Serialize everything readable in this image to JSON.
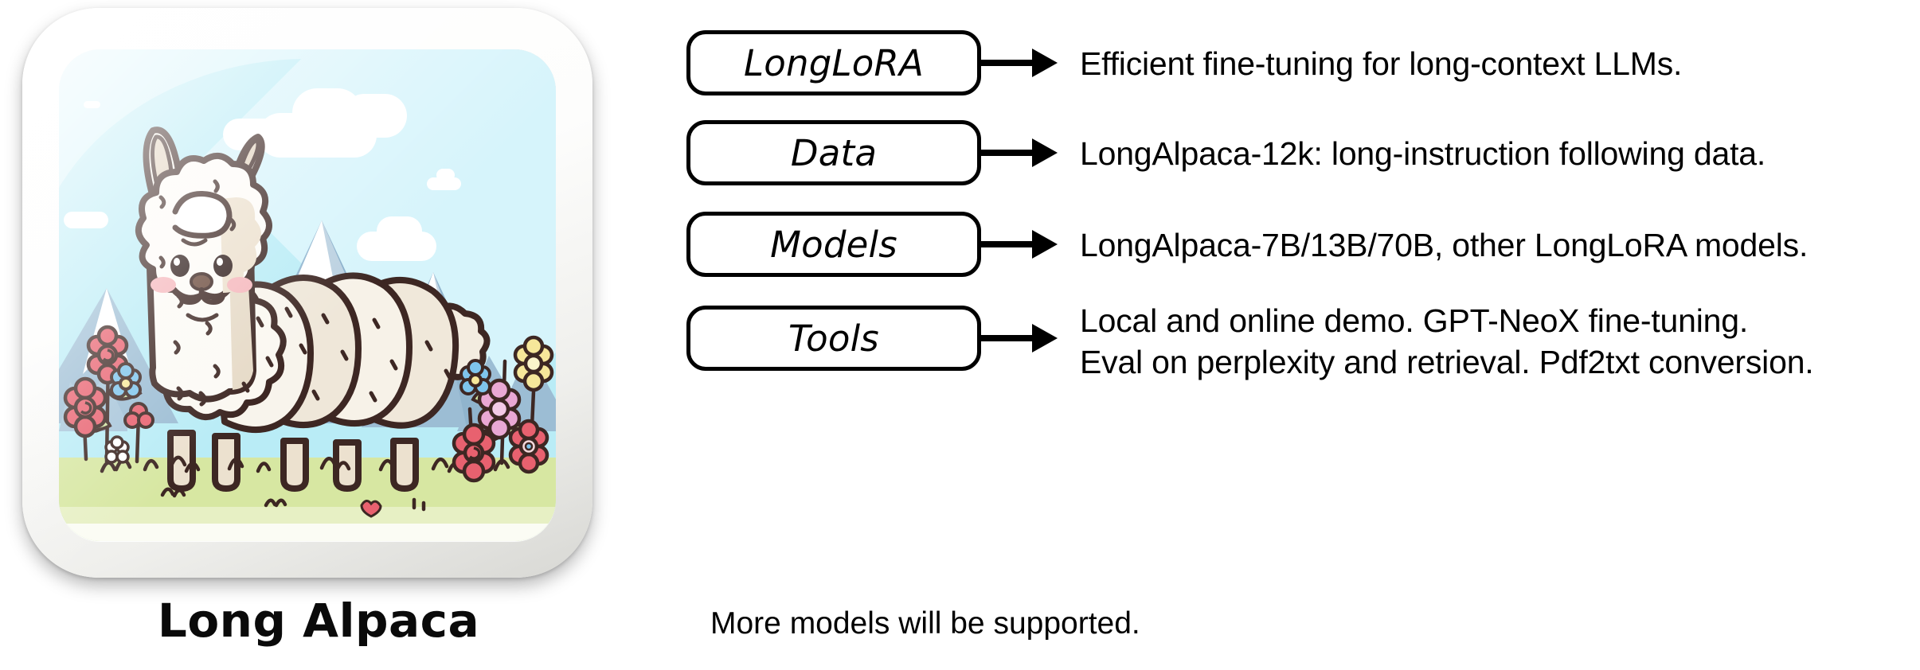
{
  "logo": {
    "caption": "Long Alpaca",
    "alt_subject": "cartoon alpaca with very long neck and elongated body standing in a flowery meadow with snowy mountains",
    "colors": {
      "sky": "#b9ecf6",
      "sky_light": "#d6f4fb",
      "mountain": "#8fb4cf",
      "snow": "#ffffff",
      "grass": "#d7e7a2",
      "fleece": "#fdfbf6",
      "fleece_shade": "#e8ded0",
      "outline": "#3d2723",
      "cheek": "#f5b7bc",
      "flower_red": "#e8616f",
      "flower_pink": "#e9a8d4",
      "flower_blue": "#7ec4ec",
      "flower_yellow": "#f6e79a",
      "card_frame": "#ffffff"
    }
  },
  "diagram": {
    "type": "flow",
    "rows": [
      {
        "node": "LongLoRA",
        "description": "Efficient fine-tuning for long-context LLMs.",
        "description_lines": [
          "Efficient fine-tuning for long-context LLMs."
        ]
      },
      {
        "node": "Data",
        "description": "LongAlpaca-12k: long-instruction following data.",
        "description_lines": [
          "LongAlpaca-12k: long-instruction following data."
        ]
      },
      {
        "node": "Models",
        "description": "LongAlpaca-7B/13B/70B, other LongLoRA models.",
        "description_lines": [
          "LongAlpaca-7B/13B/70B, other LongLoRA models."
        ]
      },
      {
        "node": "Tools",
        "description": "Local and online demo. GPT-NeoX fine-tuning. Eval on perplexity and retrieval. Pdf2txt conversion.",
        "description_lines": [
          "Local and online demo. GPT-NeoX fine-tuning.",
          "Eval on perplexity and retrieval. Pdf2txt conversion."
        ]
      }
    ],
    "footnote": "More models will be supported.",
    "arrow_color": "#000000",
    "box_border_color": "#000000"
  }
}
